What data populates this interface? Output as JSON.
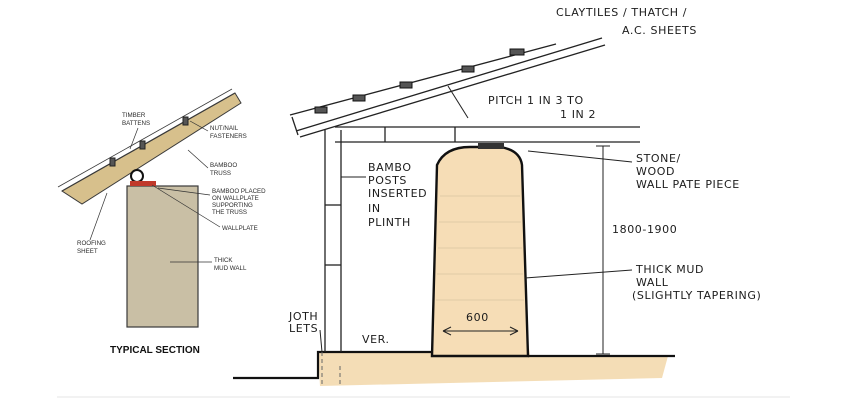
{
  "small_section": {
    "title": "TYPICAL SECTION",
    "labels": {
      "timber_battens": "TIMBER BATTENS",
      "nut_nail_fasteners": "NUT/NAIL FASTENERS",
      "bamboo_truss": "BAMBOO TRUSS",
      "bamboo_placed": "BAMBOO PLACED ON WALLPLATE SUPPORTING THE TRUSS",
      "wallplate": "WALLPLATE",
      "roofing_sheet": "ROOFING SHEET",
      "thick_mud_wall": "THICK MUD WALL"
    }
  },
  "large_section": {
    "roofing": "CLAYTILES / THATCH / A.C. SHEETS",
    "pitch": "PITCH 1 IN 3 TO 1 IN 2",
    "stone_wood": "STONE/ WOOD WALL PATE PIECE",
    "bamboo_posts": "BAMBO POSTS INSERTED IN PLINTH",
    "height": "1800-1900",
    "thick_mud_wall": "THICK MUD WALL (SLIGHTLY TAPERING)",
    "width": "600",
    "joth_lets": "JOTH LETS",
    "ver": "VER."
  }
}
